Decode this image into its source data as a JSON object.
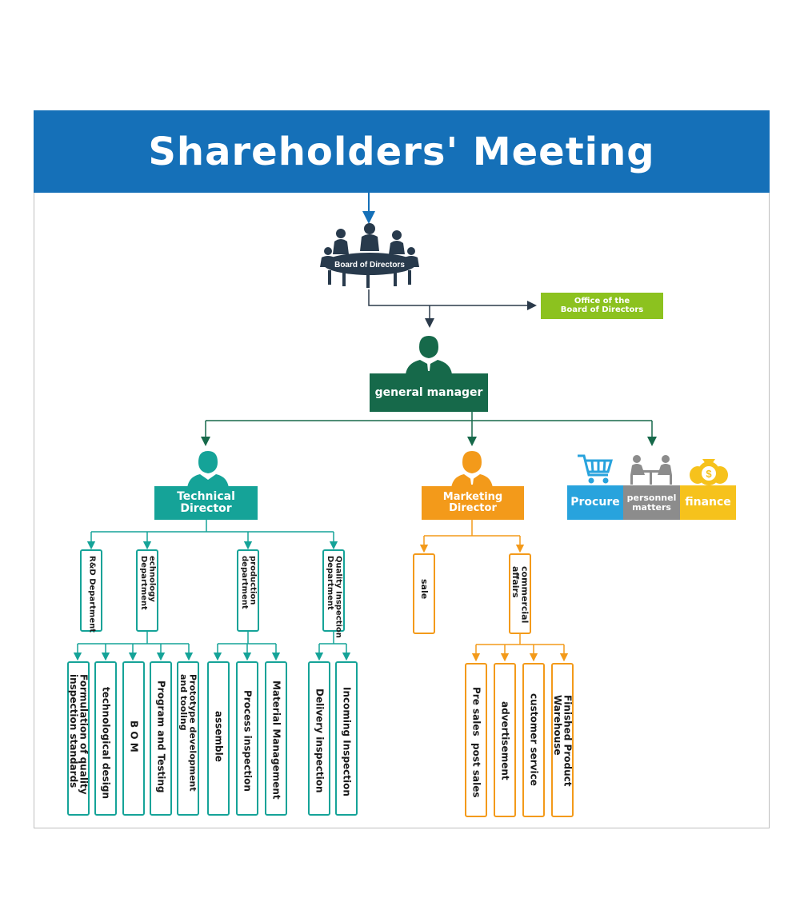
{
  "title": "Shareholders' Meeting",
  "board": {
    "label": "Board of Directors",
    "icon": "boardroom-table-icon"
  },
  "office": {
    "label_line1": "Office of the",
    "label_line2": "Board of Directors"
  },
  "general_manager": {
    "label": "general manager",
    "icon": "manager-person-icon"
  },
  "technical_director": {
    "label": "Technical Director",
    "icon": "technical-director-person-icon"
  },
  "marketing_director": {
    "label_line1": "Marketing",
    "label_line2": "Director",
    "icon": "marketing-director-person-icon"
  },
  "support": {
    "procure": "Procure",
    "personnel_line1": "personnel",
    "personnel_line2": "matters",
    "finance": "finance"
  },
  "technical_departments": [
    {
      "label": "R&D Department"
    },
    {
      "label": "echnology\nDepartment"
    },
    {
      "label": "production\ndepartment"
    },
    {
      "label": "Quality Inspection\nDepartment"
    }
  ],
  "marketing_departments": [
    {
      "label": "sale"
    },
    {
      "label": "commercial\naffairs"
    }
  ],
  "technology_subunits": [
    {
      "label": "Formulation of quality\ninspection standards"
    },
    {
      "label": "technological design"
    },
    {
      "label": "B O M"
    },
    {
      "label": "Program and Testing"
    },
    {
      "label": "Prototype development\nand tooling"
    }
  ],
  "production_subunits": [
    {
      "label": "assemble"
    },
    {
      "label": "Process inspection"
    },
    {
      "label": "Material Management"
    }
  ],
  "quality_subunits": [
    {
      "label": "Delivery inspection"
    },
    {
      "label": "Incoming Inspection"
    }
  ],
  "commercial_subunits": [
    {
      "label": "Pre sales  post sales"
    },
    {
      "label": "advertisement"
    },
    {
      "label": "customer service"
    },
    {
      "label": "Finished Product\nWarehouse"
    }
  ],
  "colors": {
    "banner": "#1570b8",
    "board": "#283a4c",
    "office": "#8cc21f",
    "general_manager": "#16694a",
    "technical": "#15a398",
    "marketing": "#f39a1a",
    "procure": "#28a3dd",
    "personnel": "#8c8c8c",
    "finance": "#f6c21c"
  }
}
